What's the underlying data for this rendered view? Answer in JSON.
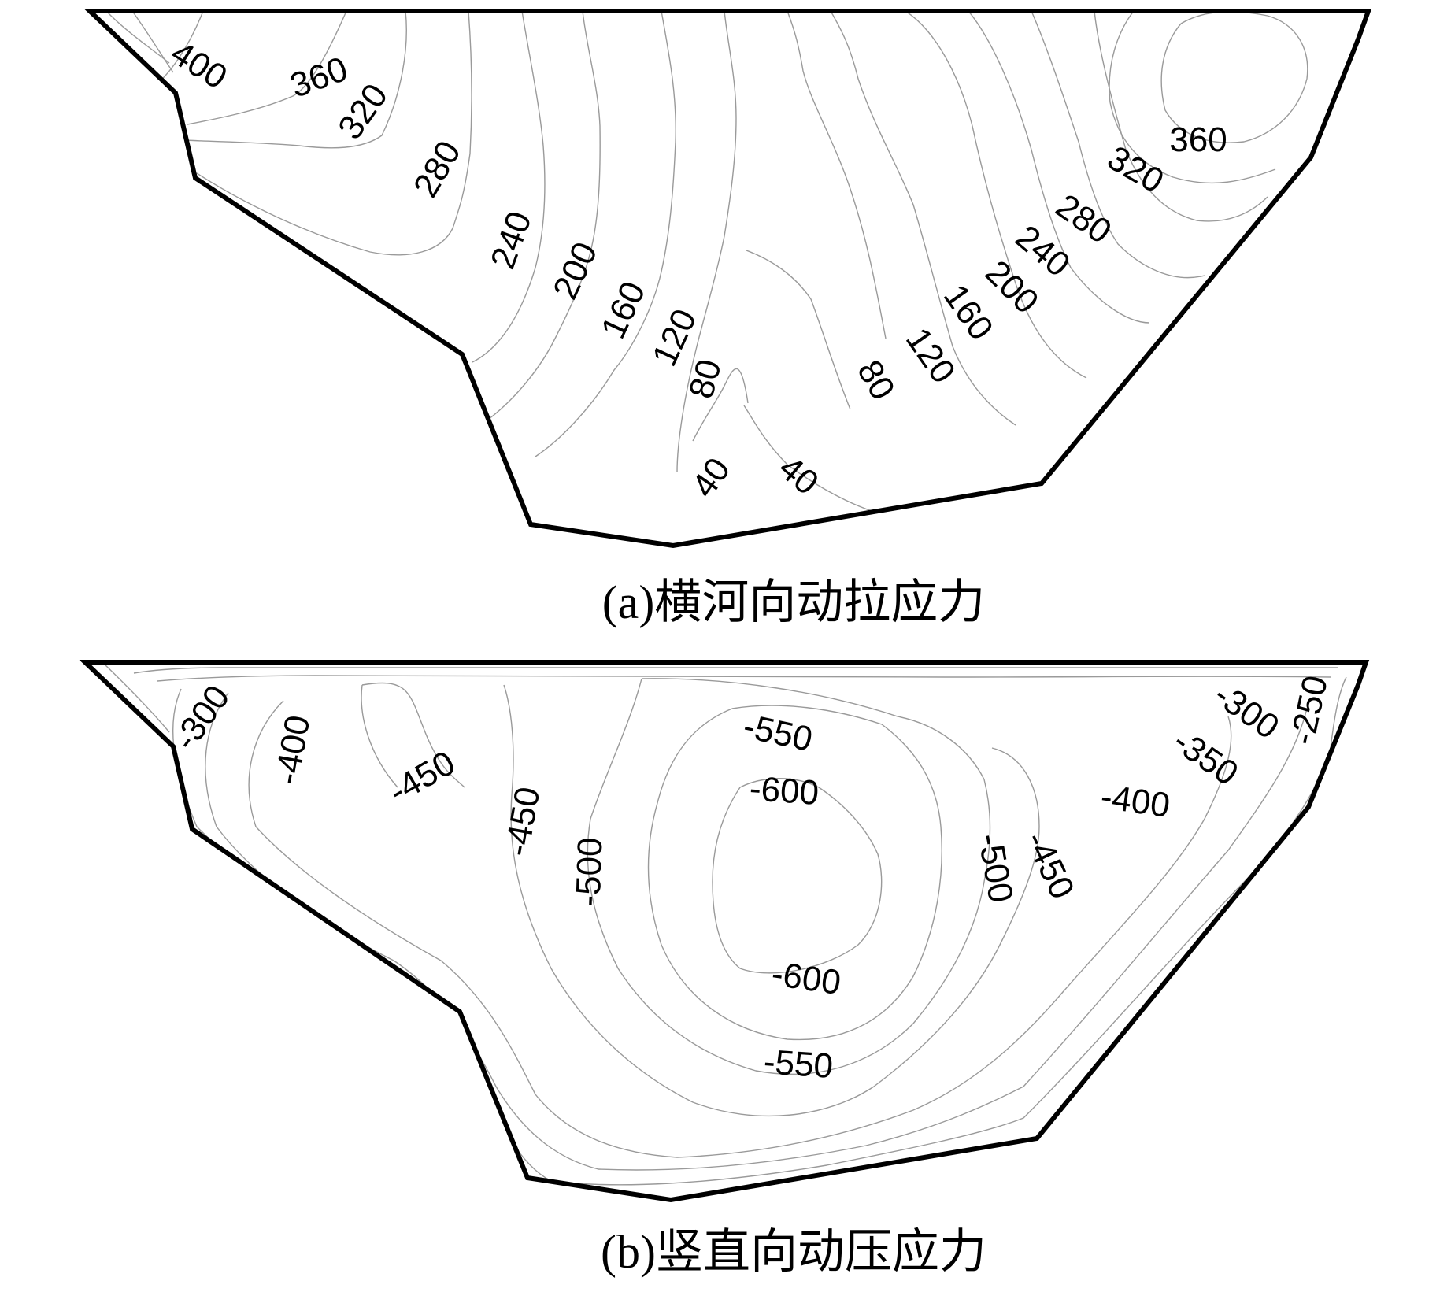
{
  "panels": [
    {
      "id": "a",
      "caption": "(a)横河向动拉应力",
      "contour_labels": [
        "400",
        "360",
        "320",
        "280",
        "240",
        "200",
        "160",
        "120",
        "80",
        "40",
        "40",
        "80",
        "120",
        "160",
        "200",
        "240",
        "280",
        "320",
        "360"
      ]
    },
    {
      "id": "b",
      "caption": "(b)竖直向动压应力",
      "contour_labels": [
        "-300",
        "-400",
        "-450",
        "-450",
        "-500",
        "-550",
        "-600",
        "-600",
        "-550",
        "-500",
        "-450",
        "-400",
        "-350",
        "-300",
        "-250"
      ]
    }
  ]
}
